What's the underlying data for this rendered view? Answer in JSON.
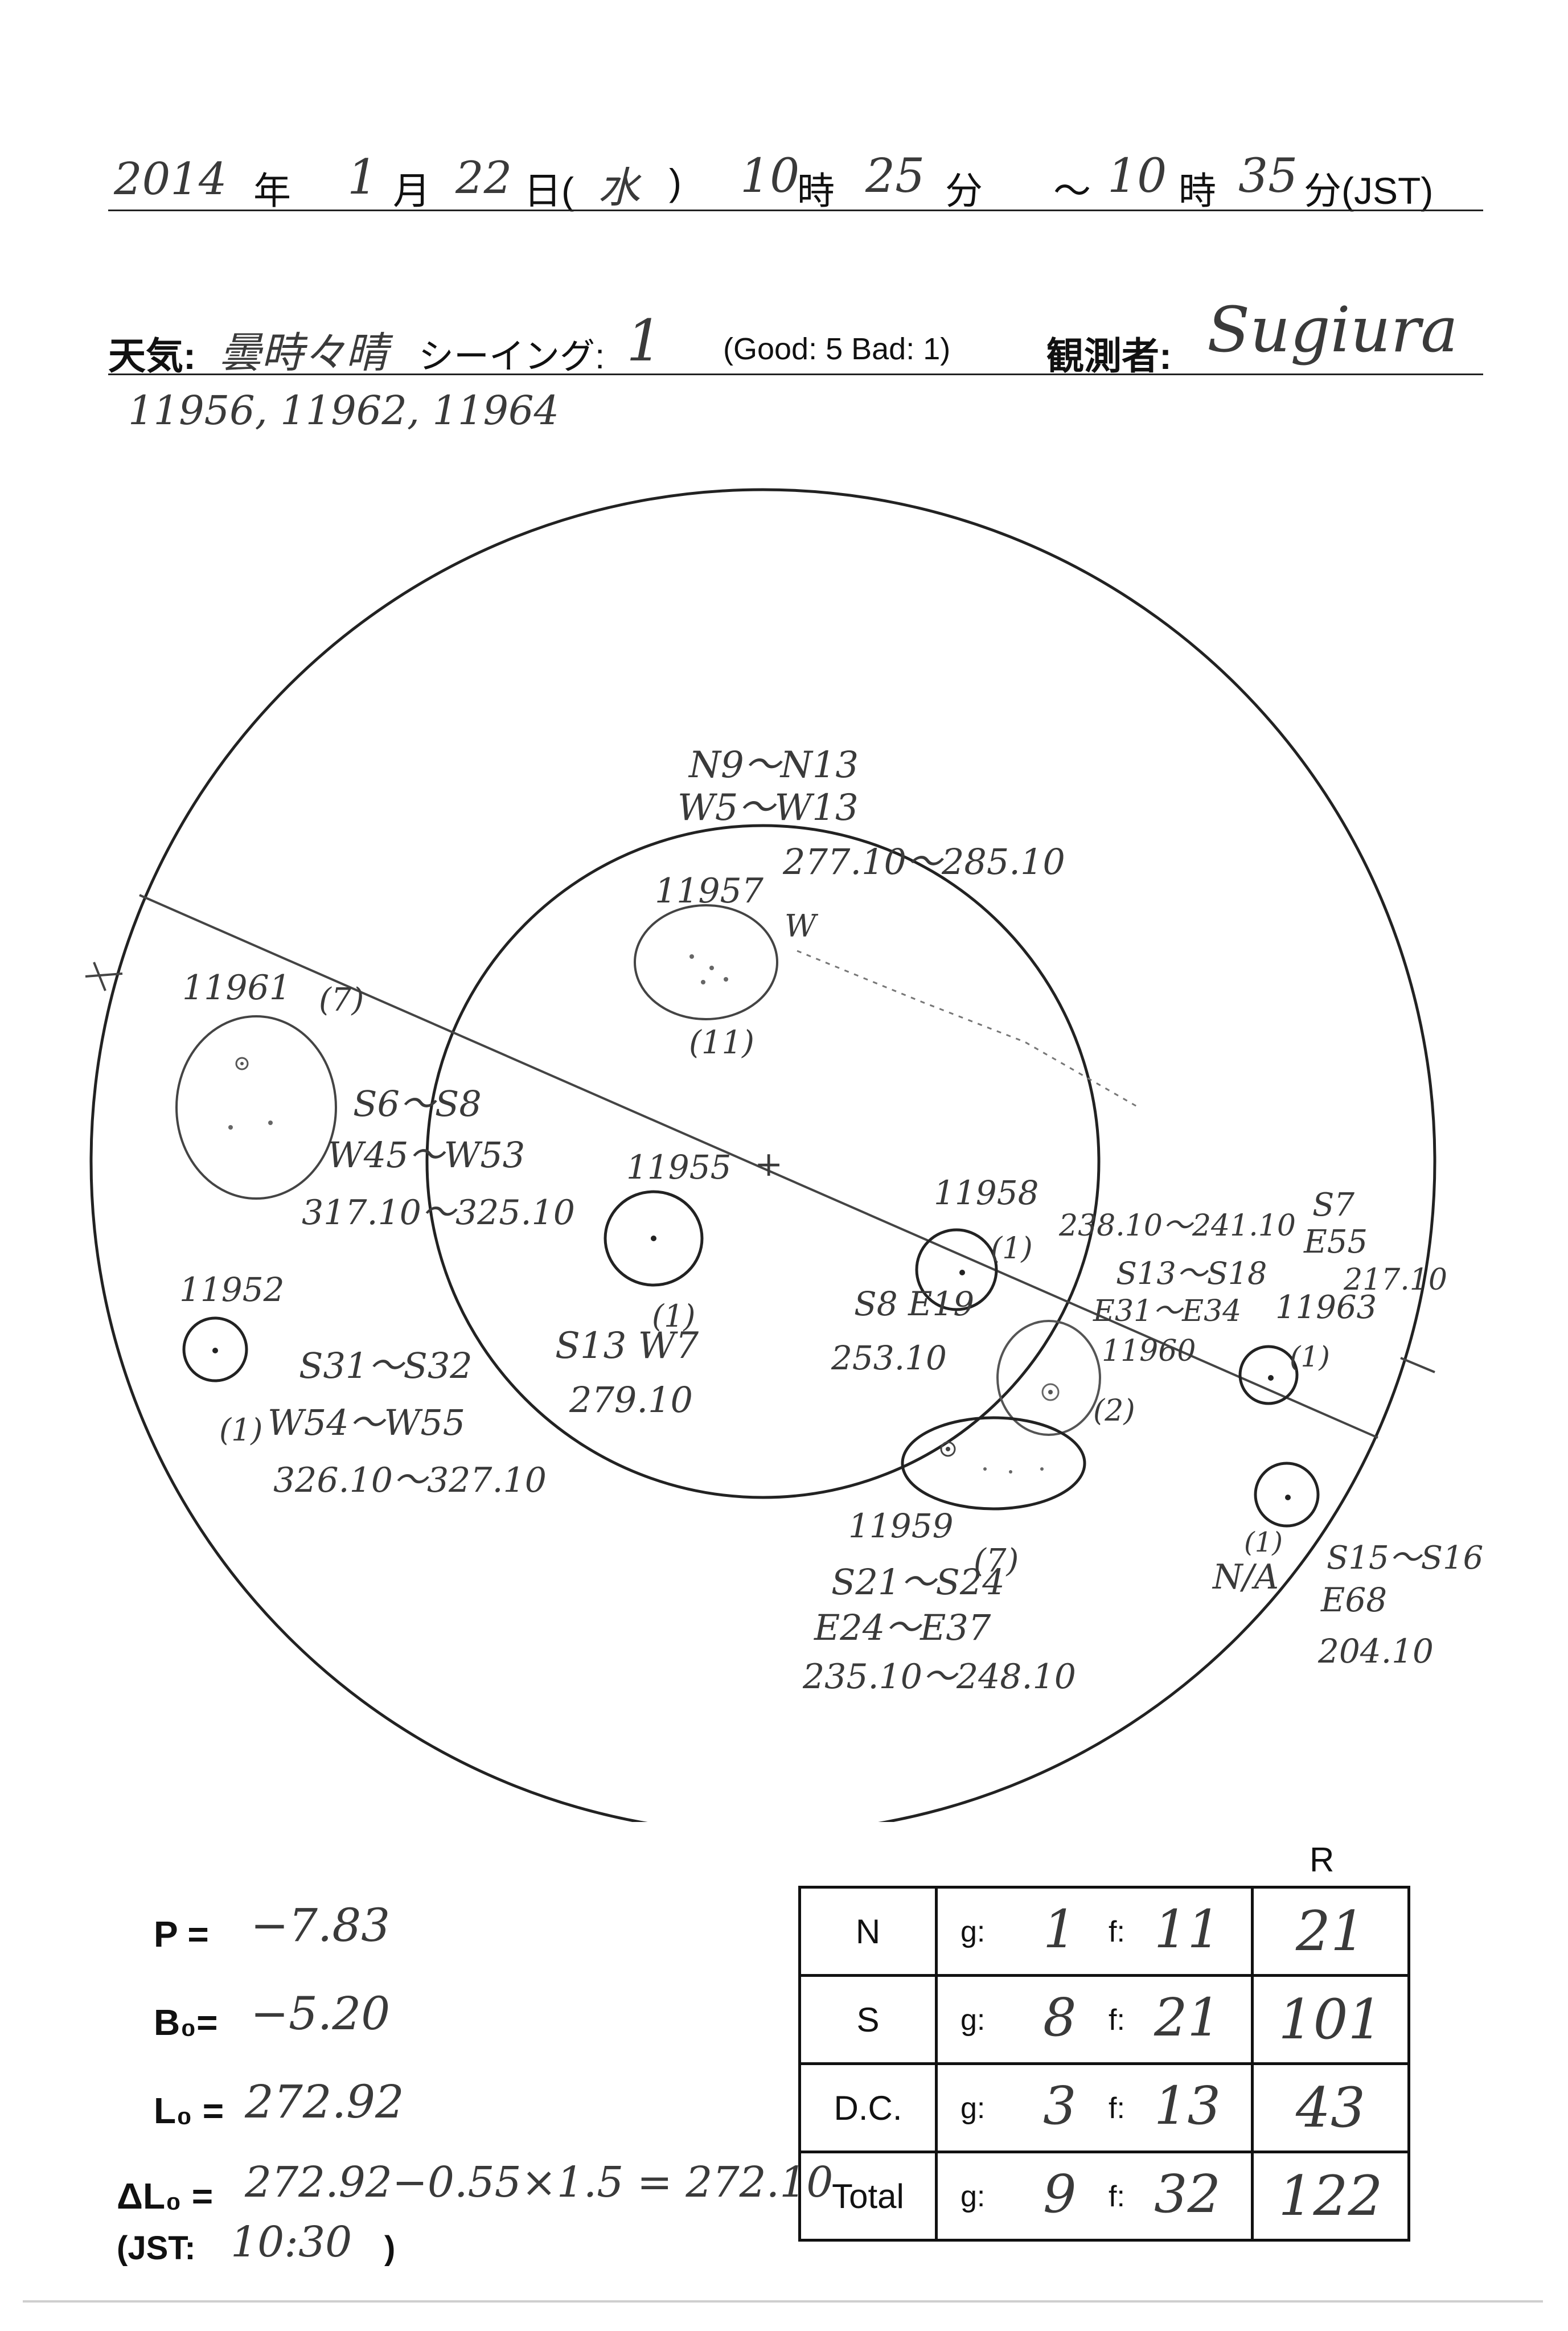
{
  "header": {
    "year": "2014",
    "year_label": "年",
    "month": "1",
    "month_label": "月",
    "day": "22",
    "day_label": "日(",
    "weekday": "水",
    "paren_close": ")",
    "start_hour": "10",
    "hour_label": "時",
    "start_min": "25",
    "min_label": "分",
    "tilde": "～",
    "end_hour": "10",
    "hour_label2": "時",
    "end_min": "35",
    "end_suffix": "分(JST)"
  },
  "weather_line": {
    "weather_label": "天気:",
    "weather_value": "曇時々晴",
    "seeing_label": "シーイング:",
    "seeing_value": "1",
    "scale_note": "(Good: 5  Bad: 1)",
    "observer_label": "観測者:",
    "observer_value": "Sugiura"
  },
  "note_line": "11956, 11962, 11964",
  "disk": {
    "center_mark": "+",
    "annotations": {
      "g11957": {
        "number": "11957",
        "count": "(11)",
        "lat": "N9～N13",
        "lon": "W5～W13",
        "cl": "277.10～285.10",
        "w": "W"
      },
      "g11961": {
        "number": "11961",
        "count": "(7)",
        "lat": "S6～S8",
        "lon": "W45～W53",
        "cl": "317.10～325.10"
      },
      "g11955": {
        "number": "11955",
        "count": "(1)",
        "pos": "S13 W7",
        "cl": "279.10"
      },
      "g11952": {
        "number": "11952",
        "count": "(1)",
        "lat": "S31～S32",
        "lon": "W54～W55",
        "cl": "326.10～327.10"
      },
      "g11958": {
        "number": "11958",
        "count": "(1)",
        "pos": "S8 E19",
        "cl": "253.10"
      },
      "g11960": {
        "number": "11960",
        "count": "(2)",
        "cl": "238.10～241.10",
        "lat": "S13～S18",
        "lon": "E31～E34"
      },
      "g11963": {
        "number": "11963",
        "count": "(1)",
        "lat": "S7",
        "lon": "E55",
        "cl": "217.10"
      },
      "g11959": {
        "number": "11959",
        "count": "(7)",
        "lat": "S21～S24",
        "lon": "E24～E37",
        "cl": "235.10～248.10"
      },
      "gNA": {
        "number": "N/A",
        "count": "(1)",
        "lat": "S15～S16",
        "lon": "E68",
        "cl": "204.10"
      }
    }
  },
  "params": {
    "p_label": "P =",
    "p_value": "−7.83",
    "b_label": "B₀=",
    "b_value": "−5.20",
    "l_label": "L₀ =",
    "l_value": "272.92",
    "dl_label": "ΔL₀ =",
    "dl_value": "272.92−0.55×1.5 = 272.10",
    "jst_label": "(JST:",
    "jst_value": "10:30",
    "jst_close": ")"
  },
  "summary": {
    "r_header": "R",
    "g_label": "g:",
    "f_label": "f:",
    "rows": [
      {
        "label": "N",
        "g": "1",
        "f": "11",
        "r": "21"
      },
      {
        "label": "S",
        "g": "8",
        "f": "21",
        "r": "101"
      },
      {
        "label": "D.C.",
        "g": "3",
        "f": "13",
        "r": "43"
      },
      {
        "label": "Total",
        "g": "9",
        "f": "32",
        "r": "122"
      }
    ]
  }
}
